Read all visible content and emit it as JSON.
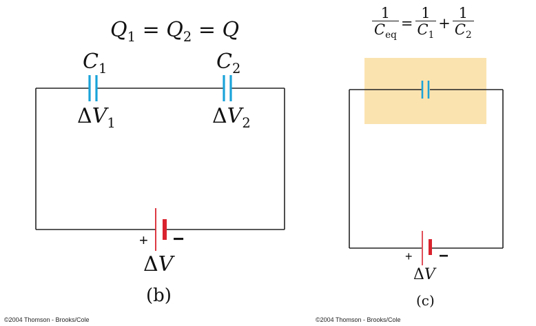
{
  "panel_b": {
    "equation": {
      "q1": "Q",
      "q1_sub": "1",
      "eq1": "=",
      "q2": "Q",
      "q2_sub": "2",
      "eq2": "=",
      "q": "Q"
    },
    "c1_label": {
      "sym": "C",
      "sub": "1"
    },
    "c2_label": {
      "sym": "C",
      "sub": "2"
    },
    "v1_label": {
      "delta": "Δ",
      "sym": "V",
      "sub": "1"
    },
    "v2_label": {
      "delta": "Δ",
      "sym": "V",
      "sub": "2"
    },
    "plus": "+",
    "minus": "−",
    "battery_label": {
      "delta": "Δ",
      "sym": "V"
    },
    "caption": "(b)",
    "copyright": "©2004 Thomson - Brooks/Cole"
  },
  "panel_c": {
    "formula": {
      "lhs_num": "1",
      "lhs_den": "C",
      "lhs_den_sub": "eq",
      "eq": "=",
      "t1_num": "1",
      "t1_den": "C",
      "t1_den_sub": "1",
      "plus": "+",
      "t2_num": "1",
      "t2_den": "C",
      "t2_den_sub": "2"
    },
    "plus": "+",
    "minus": "−",
    "battery_label": {
      "delta": "Δ",
      "sym": "V"
    },
    "caption": "(c)",
    "copyright": "©2004 Thomson - Brooks/Cole"
  },
  "colors": {
    "wire": "#222222",
    "capacitor": "#1aa3d9",
    "battery": "#d9232e",
    "highlight": "#fbe3b0"
  }
}
